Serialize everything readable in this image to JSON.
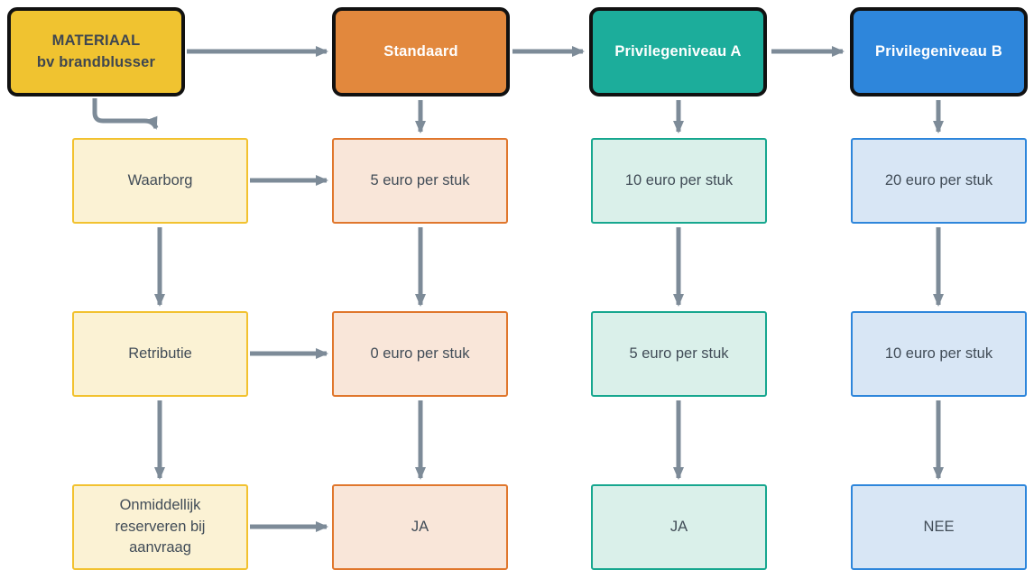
{
  "diagram": {
    "arrow_color": "#7D8B98",
    "columns": [
      {
        "header": {
          "label": "MATERIAAL\nbv brandblusser",
          "fill": "#F0C330",
          "text_color": "#3E4650",
          "border": "#111111"
        },
        "cell_fill": "#FBF2D4",
        "cell_border": "#F2C230",
        "cells": [
          "Waarborg",
          "Retributie",
          "Onmiddellijk\nreserveren bij\naanvraag"
        ]
      },
      {
        "header": {
          "label": "Standaard",
          "fill": "#E2883D",
          "text_color": "#FFFFFF",
          "border": "#111111"
        },
        "cell_fill": "#F9E6D9",
        "cell_border": "#E0772D",
        "cells": [
          "5 euro per stuk",
          "0 euro per stuk",
          "JA"
        ]
      },
      {
        "header": {
          "label": "Privilegeniveau A",
          "fill": "#1CAD9B",
          "text_color": "#FFFFFF",
          "border": "#111111"
        },
        "cell_fill": "#DAF0EA",
        "cell_border": "#17A78F",
        "cells": [
          "10 euro per stuk",
          "5 euro per stuk",
          "JA"
        ]
      },
      {
        "header": {
          "label": "Privilegeniveau B",
          "fill": "#2E86DB",
          "text_color": "#FFFFFF",
          "border": "#111111"
        },
        "cell_fill": "#D8E6F5",
        "cell_border": "#2E86DB",
        "cells": [
          "20 euro per stuk",
          "10 euro per stuk",
          "NEE"
        ]
      }
    ]
  }
}
